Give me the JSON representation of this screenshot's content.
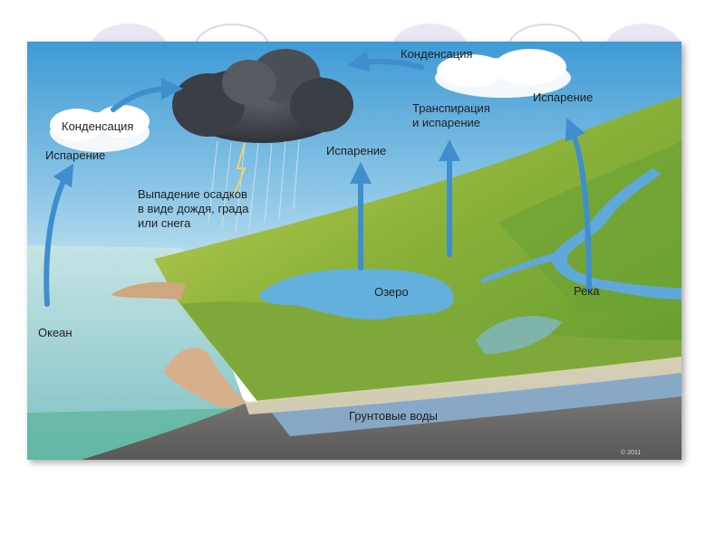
{
  "diagram": {
    "labels": {
      "condensation_left": "Конденсация",
      "evaporation_left": "Испарение",
      "precipitation": [
        "Выпадение осадков",
        "в виде дождя, града",
        "или снега"
      ],
      "evaporation_center": "Испарение",
      "condensation_top": "Конденсация",
      "transpiration": [
        "Транспирация",
        "и испарение"
      ],
      "evaporation_right": "Испарение",
      "ocean": "Океан",
      "lake": "Озеро",
      "river": "Река",
      "groundwater": "Грунтовые воды"
    },
    "watermark": "© 2011"
  },
  "colors": {
    "arrow": "#3f8fcd",
    "sky_top": "#4fa3d8",
    "sky_bottom": "#cfe6f1",
    "sea": "#a9d7d9",
    "land": "#8cb43a",
    "water": "#5faedc",
    "ground": "#7a7876"
  }
}
